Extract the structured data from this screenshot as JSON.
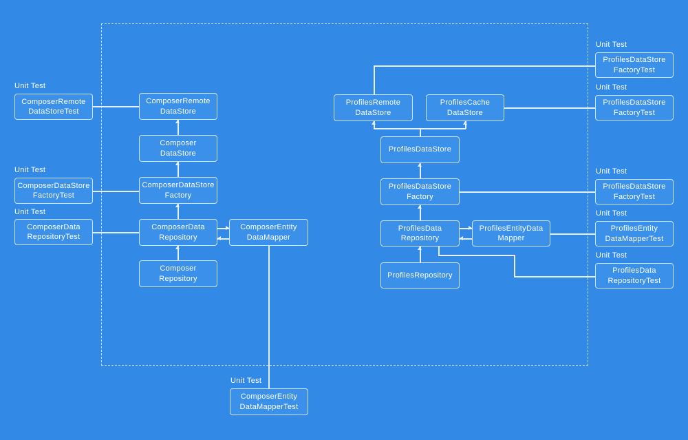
{
  "colors": {
    "background": "#338ae6",
    "box_fill": "#3b90ea",
    "box_border": "#cfe3f8",
    "connector": "#e6f0fb",
    "text": "#ffffff"
  },
  "labels": {
    "unit_test": "Unit Test"
  },
  "nodes": {
    "composer_remote_data_store_test": "ComposerRemote\nDataStoreTest",
    "composer_data_store_factory_test": "ComposerDataStore\nFactoryTest",
    "composer_data_repository_test": "ComposerData\nRepositoryTest",
    "composer_remote_data_store": "ComposerRemote\nDataStore",
    "composer_data_store": "Composer\nDataStore",
    "composer_data_store_factory": "ComposerDataStore\nFactory",
    "composer_data_repository": "ComposerData\nRepository",
    "composer_repository": "Composer\nRepository",
    "composer_entity_data_mapper": "ComposerEntity\nDataMapper",
    "composer_entity_data_mapper_test": "ComposerEntity\nDataMapperTest",
    "profiles_remote_data_store": "ProfilesRemote\nDataStore",
    "profiles_cache_data_store": "ProfilesCache\nDataStore",
    "profiles_data_store": "ProfilesDataStore",
    "profiles_data_store_factory": "ProfilesDataStore\nFactory",
    "profiles_data_repository": "ProfilesData\nRepository",
    "profiles_entity_data_mapper": "ProfilesEntityData\nMapper",
    "profiles_repository": "ProfilesRepository",
    "profiles_data_store_factory_test_1": "ProfilesDataStore\nFactoryTest",
    "profiles_data_store_factory_test_2": "ProfilesDataStore\nFactoryTest",
    "profiles_data_store_factory_test_3": "ProfilesDataStore\nFactoryTest",
    "profiles_entity_data_mapper_test": "ProfilesEntity\nDataMapperTest",
    "profiles_data_repository_test": "ProfilesData\nRepositoryTest"
  }
}
